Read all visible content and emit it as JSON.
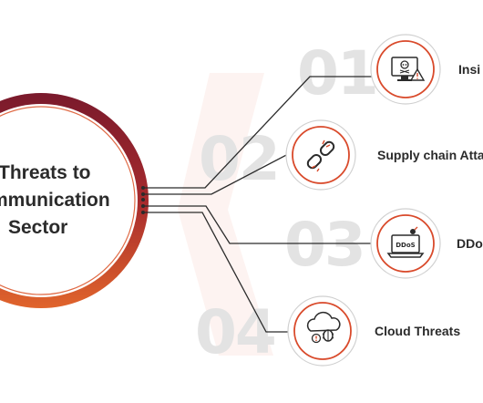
{
  "hub": {
    "title_lines": [
      "Threats to",
      "mmunication",
      "Sector"
    ]
  },
  "items": [
    {
      "number": "01",
      "label": "Insi",
      "icon": "insider-monitor-skull-icon"
    },
    {
      "number": "02",
      "label": "Supply chain Atta",
      "icon": "broken-chain-link-icon"
    },
    {
      "number": "03",
      "label": "DDo",
      "icon": "ddos-laptop-icon",
      "icon_text": "DDoS"
    },
    {
      "number": "04",
      "label": "Cloud Threats",
      "icon": "cloud-bug-icon"
    }
  ],
  "colors": {
    "ring_outer": "#7a1a2c",
    "ring_gradient_end": "#e0642c",
    "accent": "#d94a2b",
    "number_gray": "#e3e3e3",
    "text": "#2b2b2b",
    "connector": "#2b2b2b"
  }
}
